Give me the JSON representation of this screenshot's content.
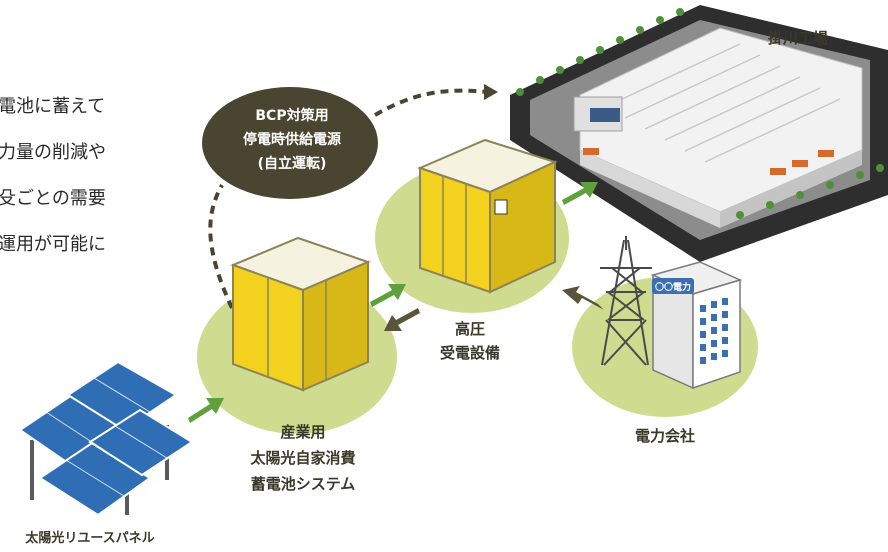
{
  "intro_lines": [
    "電池に蓄えて",
    "力量の削減や",
    "殳ごとの需要",
    "運用が可能に"
  ],
  "bubble": {
    "line1": "BCP対策用",
    "line2": "停電時供給電源",
    "line3": "(自立運転)"
  },
  "factory_label": "掛川工場",
  "substation_label": {
    "line1": "高圧",
    "line2": "受電設備"
  },
  "storage_label": {
    "line1": "産業用",
    "line2": "太陽光自家消費",
    "line3": "蓄電池システム"
  },
  "utility_label": "電力会社",
  "utility_sign": "〇〇電力",
  "solar_label": "太陽光リユースパネル",
  "colors": {
    "circle": "#cfdc90",
    "arrow_green": "#5fa03c",
    "arrow_dark": "#5a553a",
    "bubble": "#4a4530",
    "cabinet": "#f3d21f"
  }
}
